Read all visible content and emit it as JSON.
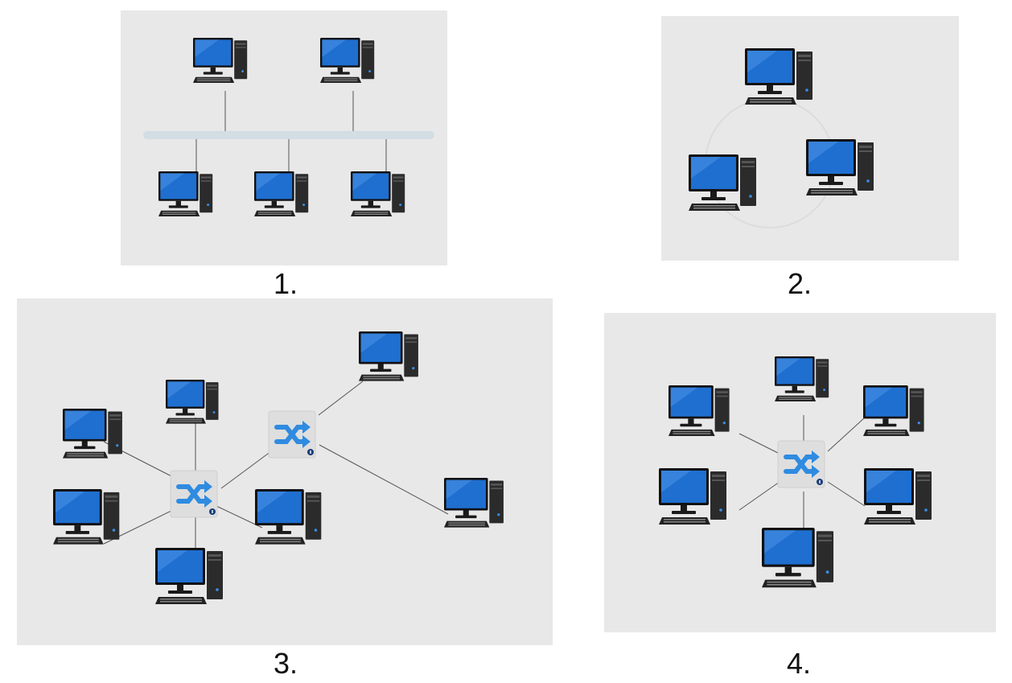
{
  "diagrams": [
    {
      "caption": "1."
    },
    {
      "caption": "2."
    },
    {
      "caption": "3."
    },
    {
      "caption": "4."
    }
  ],
  "colors": {
    "panel_background": "#e8e8e8",
    "screen": "#1f6fd0",
    "tower": "#2b2b2b",
    "bus": "#d2dde4",
    "cable": "#555555",
    "switch_arrow": "#2f8be0"
  },
  "icons": [
    "computer-icon",
    "network-switch-icon",
    "bus-cable",
    "ring-cable"
  ]
}
